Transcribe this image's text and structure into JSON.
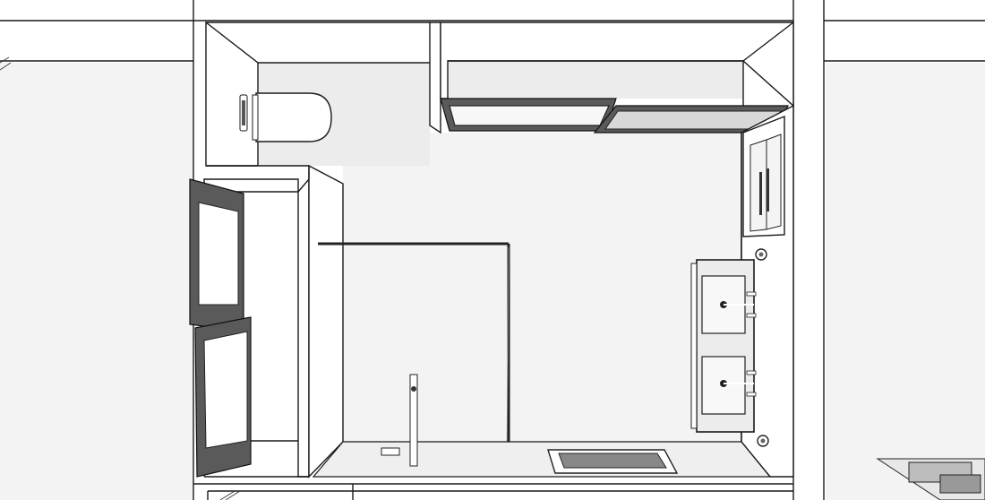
{
  "drawing": {
    "style": "black-and-white 3D line rendering, top-down view",
    "colors": {
      "background": "#ffffff",
      "floor": "#f3f3f3",
      "line": "#1a1a1a",
      "dark_fixture": "#5a5a5a",
      "metal": "#8a8a8a"
    },
    "fixtures": [
      "wall-hung-toilet",
      "flush-plate",
      "shower-screen",
      "shower-mixer",
      "shower-drain",
      "double-vanity",
      "two-basins",
      "wall-cabinet",
      "two-framed-mirrors",
      "skylight-windows",
      "towel-ring"
    ]
  }
}
